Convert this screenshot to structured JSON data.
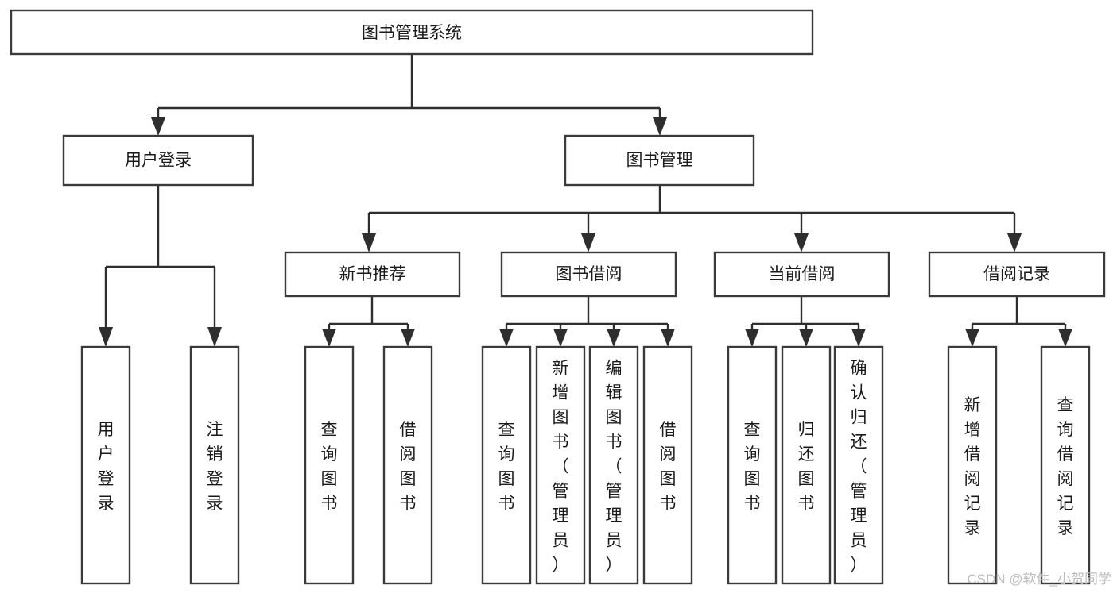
{
  "diagram": {
    "type": "tree",
    "title": "图书管理系统",
    "root": {
      "id": "root",
      "label": "图书管理系统"
    },
    "level1": [
      {
        "id": "user-login",
        "label": "用户登录"
      },
      {
        "id": "book-manage",
        "label": "图书管理"
      }
    ],
    "level2": [
      {
        "id": "new-book-rec",
        "label": "新书推荐",
        "parent": "book-manage"
      },
      {
        "id": "book-borrow",
        "label": "图书借阅",
        "parent": "book-manage"
      },
      {
        "id": "current-borrow",
        "label": "当前借阅",
        "parent": "book-manage"
      },
      {
        "id": "borrow-record",
        "label": "借阅记录",
        "parent": "book-manage"
      }
    ],
    "leaves": [
      {
        "id": "leaf-user-login",
        "label": "用户登录",
        "parent": "user-login"
      },
      {
        "id": "leaf-user-logout",
        "label": "注销登录",
        "parent": "user-login"
      },
      {
        "id": "leaf-query-book-1",
        "label": "查询图书",
        "parent": "new-book-rec"
      },
      {
        "id": "leaf-borrow-book-1",
        "label": "借阅图书",
        "parent": "new-book-rec"
      },
      {
        "id": "leaf-query-book-2",
        "label": "查询图书",
        "parent": "book-borrow"
      },
      {
        "id": "leaf-add-book",
        "label": "新增图书（管理员）",
        "parent": "book-borrow"
      },
      {
        "id": "leaf-edit-book",
        "label": "编辑图书（管理员）",
        "parent": "book-borrow"
      },
      {
        "id": "leaf-borrow-book-2",
        "label": "借阅图书",
        "parent": "book-borrow"
      },
      {
        "id": "leaf-query-book-3",
        "label": "查询图书",
        "parent": "current-borrow"
      },
      {
        "id": "leaf-return-book",
        "label": "归还图书",
        "parent": "current-borrow"
      },
      {
        "id": "leaf-confirm-return",
        "label": "确认归还（管理员）",
        "parent": "current-borrow"
      },
      {
        "id": "leaf-add-record",
        "label": "新增借阅记录",
        "parent": "borrow-record"
      },
      {
        "id": "leaf-query-record",
        "label": "查询借阅记录",
        "parent": "borrow-record"
      }
    ]
  },
  "watermark": {
    "text": "CSDN @软件_小贺同学"
  },
  "colors": {
    "box_stroke": "#3a3a3a",
    "connector": "#2e2e2e",
    "text": "#1a1a1a",
    "background": "#ffffff",
    "watermark": "#bdbdbd"
  }
}
